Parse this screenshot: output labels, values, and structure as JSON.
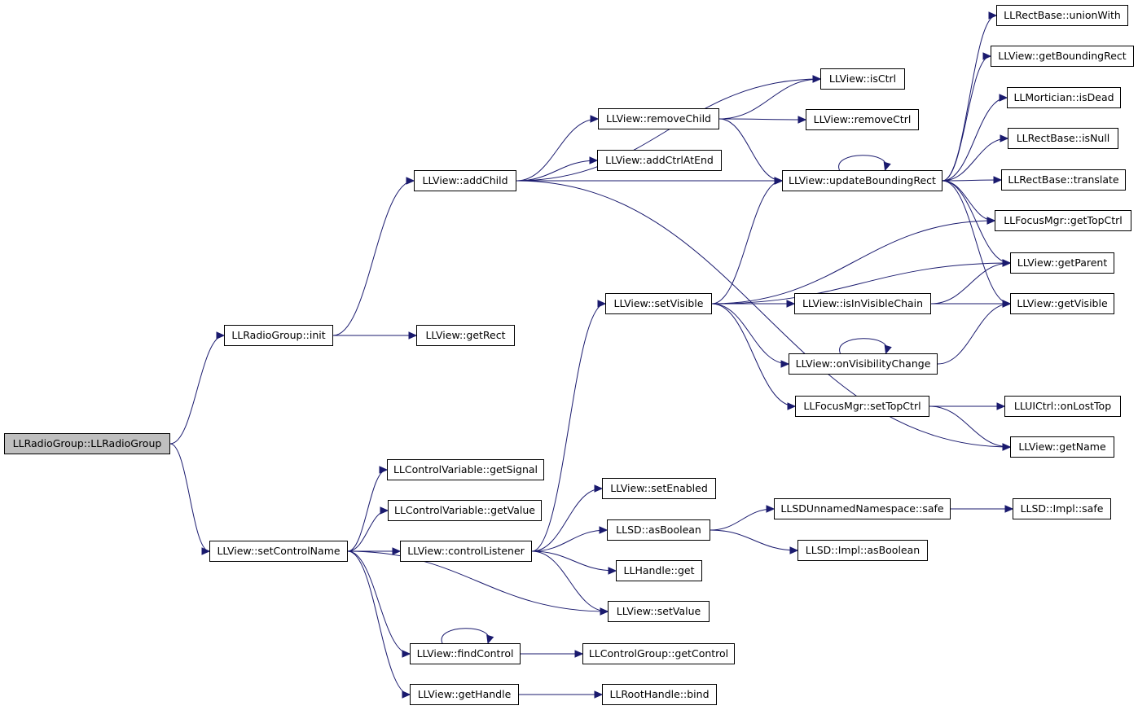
{
  "graph": {
    "edge_color": "#1a1a6e",
    "root_fill": "#bfbfbf",
    "nodes": [
      {
        "id": "root",
        "label": "LLRadioGroup::LLRadioGroup",
        "root": true
      },
      {
        "id": "rg_init",
        "label": "LLRadioGroup::init"
      },
      {
        "id": "setControlName",
        "label": "LLView::setControlName"
      },
      {
        "id": "addChild",
        "label": "LLView::addChild"
      },
      {
        "id": "getRect",
        "label": "LLView::getRect"
      },
      {
        "id": "getSignal",
        "label": "LLControlVariable::getSignal"
      },
      {
        "id": "getValue",
        "label": "LLControlVariable::getValue"
      },
      {
        "id": "controlListener",
        "label": "LLView::controlListener"
      },
      {
        "id": "findControl",
        "label": "LLView::findControl"
      },
      {
        "id": "getHandle",
        "label": "LLView::getHandle"
      },
      {
        "id": "removeChild",
        "label": "LLView::removeChild"
      },
      {
        "id": "addCtrlAtEnd",
        "label": "LLView::addCtrlAtEnd"
      },
      {
        "id": "isCtrl",
        "label": "LLView::isCtrl"
      },
      {
        "id": "removeCtrl",
        "label": "LLView::removeCtrl"
      },
      {
        "id": "updateBoundingRect",
        "label": "LLView::updateBoundingRect"
      },
      {
        "id": "setVisible",
        "label": "LLView::setVisible"
      },
      {
        "id": "isInVisibleChain",
        "label": "LLView::isInVisibleChain"
      },
      {
        "id": "onVisibilityChange",
        "label": "LLView::onVisibilityChange"
      },
      {
        "id": "setTopCtrl",
        "label": "LLFocusMgr::setTopCtrl"
      },
      {
        "id": "setEnabled",
        "label": "LLView::setEnabled"
      },
      {
        "id": "asBoolean",
        "label": "LLSD::asBoolean"
      },
      {
        "id": "handleGet",
        "label": "LLHandle::get"
      },
      {
        "id": "setValue",
        "label": "LLView::setValue"
      },
      {
        "id": "getControl",
        "label": "LLControlGroup::getControl"
      },
      {
        "id": "bind",
        "label": "LLRootHandle::bind"
      },
      {
        "id": "unionWith",
        "label": "LLRectBase::unionWith"
      },
      {
        "id": "getBoundingRect",
        "label": "LLView::getBoundingRect"
      },
      {
        "id": "isDead",
        "label": "LLMortician::isDead"
      },
      {
        "id": "isNull",
        "label": "LLRectBase::isNull"
      },
      {
        "id": "translate",
        "label": "LLRectBase::translate"
      },
      {
        "id": "getTopCtrl",
        "label": "LLFocusMgr::getTopCtrl"
      },
      {
        "id": "getParent",
        "label": "LLView::getParent"
      },
      {
        "id": "getVisible",
        "label": "LLView::getVisible"
      },
      {
        "id": "onLostTop",
        "label": "LLUICtrl::onLostTop"
      },
      {
        "id": "getName",
        "label": "LLView::getName"
      },
      {
        "id": "nsSafe",
        "label": "LLSDUnnamedNamespace::safe"
      },
      {
        "id": "implAsBoolean",
        "label": "LLSD::Impl::asBoolean"
      },
      {
        "id": "implSafe",
        "label": "LLSD::Impl::safe"
      }
    ],
    "edges": [
      [
        "root",
        "rg_init"
      ],
      [
        "root",
        "setControlName"
      ],
      [
        "rg_init",
        "addChild"
      ],
      [
        "rg_init",
        "getRect"
      ],
      [
        "addChild",
        "isCtrl"
      ],
      [
        "addChild",
        "removeChild"
      ],
      [
        "addChild",
        "addCtrlAtEnd"
      ],
      [
        "addChild",
        "updateBoundingRect"
      ],
      [
        "addChild",
        "getName"
      ],
      [
        "removeChild",
        "isCtrl"
      ],
      [
        "removeChild",
        "removeCtrl"
      ],
      [
        "removeChild",
        "updateBoundingRect"
      ],
      [
        "updateBoundingRect",
        "updateBoundingRect"
      ],
      [
        "updateBoundingRect",
        "unionWith"
      ],
      [
        "updateBoundingRect",
        "getBoundingRect"
      ],
      [
        "updateBoundingRect",
        "isDead"
      ],
      [
        "updateBoundingRect",
        "isNull"
      ],
      [
        "updateBoundingRect",
        "translate"
      ],
      [
        "updateBoundingRect",
        "getTopCtrl"
      ],
      [
        "updateBoundingRect",
        "getParent"
      ],
      [
        "updateBoundingRect",
        "getVisible"
      ],
      [
        "setVisible",
        "updateBoundingRect"
      ],
      [
        "setVisible",
        "getTopCtrl"
      ],
      [
        "setVisible",
        "getParent"
      ],
      [
        "setVisible",
        "isInVisibleChain"
      ],
      [
        "setVisible",
        "onVisibilityChange"
      ],
      [
        "setVisible",
        "setTopCtrl"
      ],
      [
        "isInVisibleChain",
        "getParent"
      ],
      [
        "isInVisibleChain",
        "getVisible"
      ],
      [
        "onVisibilityChange",
        "onVisibilityChange"
      ],
      [
        "onVisibilityChange",
        "getVisible"
      ],
      [
        "setTopCtrl",
        "onLostTop"
      ],
      [
        "setTopCtrl",
        "getName"
      ],
      [
        "setControlName",
        "getSignal"
      ],
      [
        "setControlName",
        "getValue"
      ],
      [
        "setControlName",
        "controlListener"
      ],
      [
        "setControlName",
        "setValue"
      ],
      [
        "setControlName",
        "findControl"
      ],
      [
        "setControlName",
        "getHandle"
      ],
      [
        "controlListener",
        "setVisible"
      ],
      [
        "controlListener",
        "setEnabled"
      ],
      [
        "controlListener",
        "asBoolean"
      ],
      [
        "controlListener",
        "handleGet"
      ],
      [
        "controlListener",
        "setValue"
      ],
      [
        "asBoolean",
        "nsSafe"
      ],
      [
        "asBoolean",
        "implAsBoolean"
      ],
      [
        "nsSafe",
        "implSafe"
      ],
      [
        "findControl",
        "findControl"
      ],
      [
        "findControl",
        "getControl"
      ],
      [
        "getHandle",
        "bind"
      ]
    ]
  }
}
